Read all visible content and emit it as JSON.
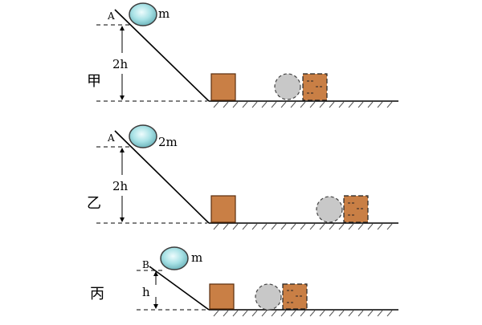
{
  "panels": [
    {
      "caption": "甲",
      "point": "A",
      "mass": "m",
      "height": "2h"
    },
    {
      "caption": "乙",
      "point": "A",
      "mass": "2m",
      "height": "2h"
    },
    {
      "caption": "丙",
      "point": "B",
      "mass": "m",
      "height": "h"
    }
  ],
  "colors": {
    "line": "#000000",
    "ball_fill": "#a9e2e6",
    "ball_edge": "#3c3c3c",
    "block_fill": "#c97f45",
    "block_edge": "#5a2e0e",
    "ghost_ball": "#c8c8c8",
    "ghost_block": "#c97f45",
    "hatch": "#555555"
  }
}
